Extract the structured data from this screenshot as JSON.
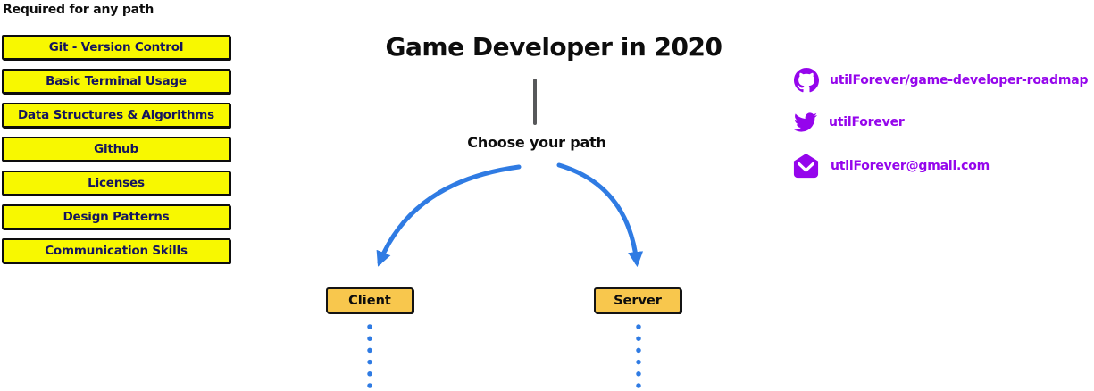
{
  "sidebar": {
    "header": "Required for any path",
    "items": [
      {
        "label": "Git - Version Control"
      },
      {
        "label": "Basic Terminal Usage"
      },
      {
        "label": "Data Structures & Algorithms"
      },
      {
        "label": "Github"
      },
      {
        "label": "Licenses"
      },
      {
        "label": "Design Patterns"
      },
      {
        "label": "Communication Skills"
      }
    ]
  },
  "main": {
    "title": "Game Developer in 2020",
    "subtitle": "Choose your path",
    "paths": [
      {
        "label": "Client"
      },
      {
        "label": "Server"
      }
    ]
  },
  "links": [
    {
      "icon": "github-icon",
      "label": "utilForever/game-developer-roadmap"
    },
    {
      "icon": "twitter-icon",
      "label": "utilForever"
    },
    {
      "icon": "email-icon",
      "label": "utilForever@gmail.com"
    }
  ],
  "colors": {
    "accent_purple": "#9505ec",
    "arrow_blue": "#2f7be3",
    "node_yellow": "#f8f800",
    "node_orange": "#f8c74d",
    "connector_gray": "#57585a",
    "sidebar_text_navy": "#14145e"
  }
}
